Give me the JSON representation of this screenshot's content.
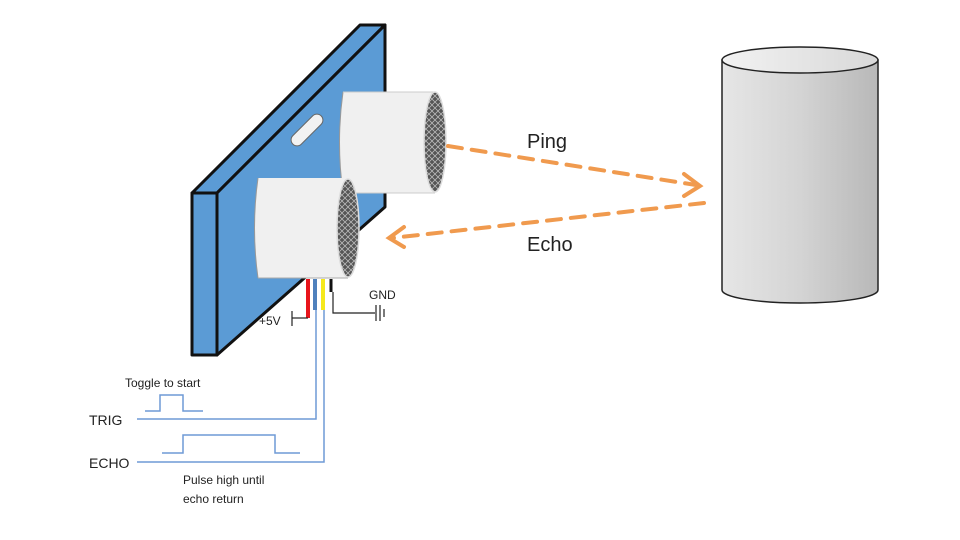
{
  "labels": {
    "ping": "Ping",
    "echo": "Echo",
    "gnd": "GND",
    "vcc": "+5V",
    "toggle": "Toggle to start",
    "trig": "TRIG",
    "echo_pin": "ECHO",
    "pulse_line1": "Pulse high until",
    "pulse_line2": "echo return"
  },
  "colors": {
    "board": "#5b9bd5",
    "arrow": "#f09a4e",
    "signal_wire": "#6f9ad6",
    "vcc_wire": "#e8141b",
    "trig_wire": "#4f81bd",
    "echo_wire": "#f5e81c",
    "gnd_wire": "#111111"
  }
}
